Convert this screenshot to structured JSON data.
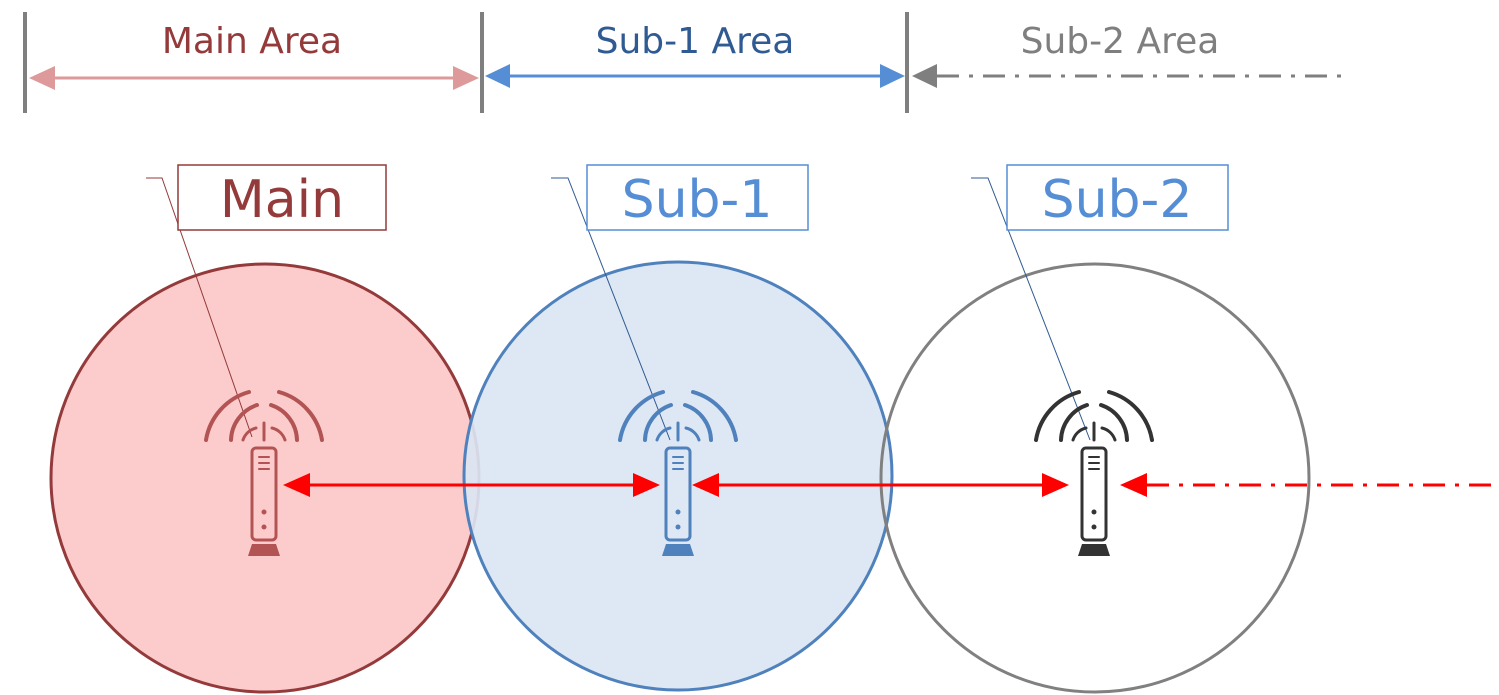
{
  "areas": [
    {
      "label": "Main Area",
      "color": "#943a3a",
      "arrow_color": "#de9a9a"
    },
    {
      "label": "Sub-1 Area",
      "color": "#2f5a92",
      "arrow_color": "#558ed5"
    },
    {
      "label": "Sub-2 Area",
      "color": "#7f7f7f",
      "arrow_color": "#7f7f7f"
    }
  ],
  "nodes": [
    {
      "label": "Main",
      "color": "#943a3a",
      "border": "#943a3a",
      "fill": "#fccbcb",
      "circle_stroke": "#943a3a",
      "icon_color": "#b35454"
    },
    {
      "label": "Sub-1",
      "color": "#558ed5",
      "border": "#558ed5",
      "fill": "#dbe5f3",
      "circle_stroke": "#4f81bd",
      "icon_color": "#4f81bd"
    },
    {
      "label": "Sub-2",
      "color": "#558ed5",
      "border": "#558ed5",
      "fill": "#ffffff",
      "circle_stroke": "#808080",
      "icon_color": "#333333"
    }
  ],
  "links": [
    {
      "from": "Main",
      "to": "Sub-1",
      "style": "solid"
    },
    {
      "from": "Sub-1",
      "to": "Sub-2",
      "style": "solid"
    },
    {
      "from": "Sub-2",
      "to": "",
      "style": "dash-dot"
    }
  ],
  "colors": {
    "link": "#ff0000",
    "tick": "#7f7f7f"
  }
}
